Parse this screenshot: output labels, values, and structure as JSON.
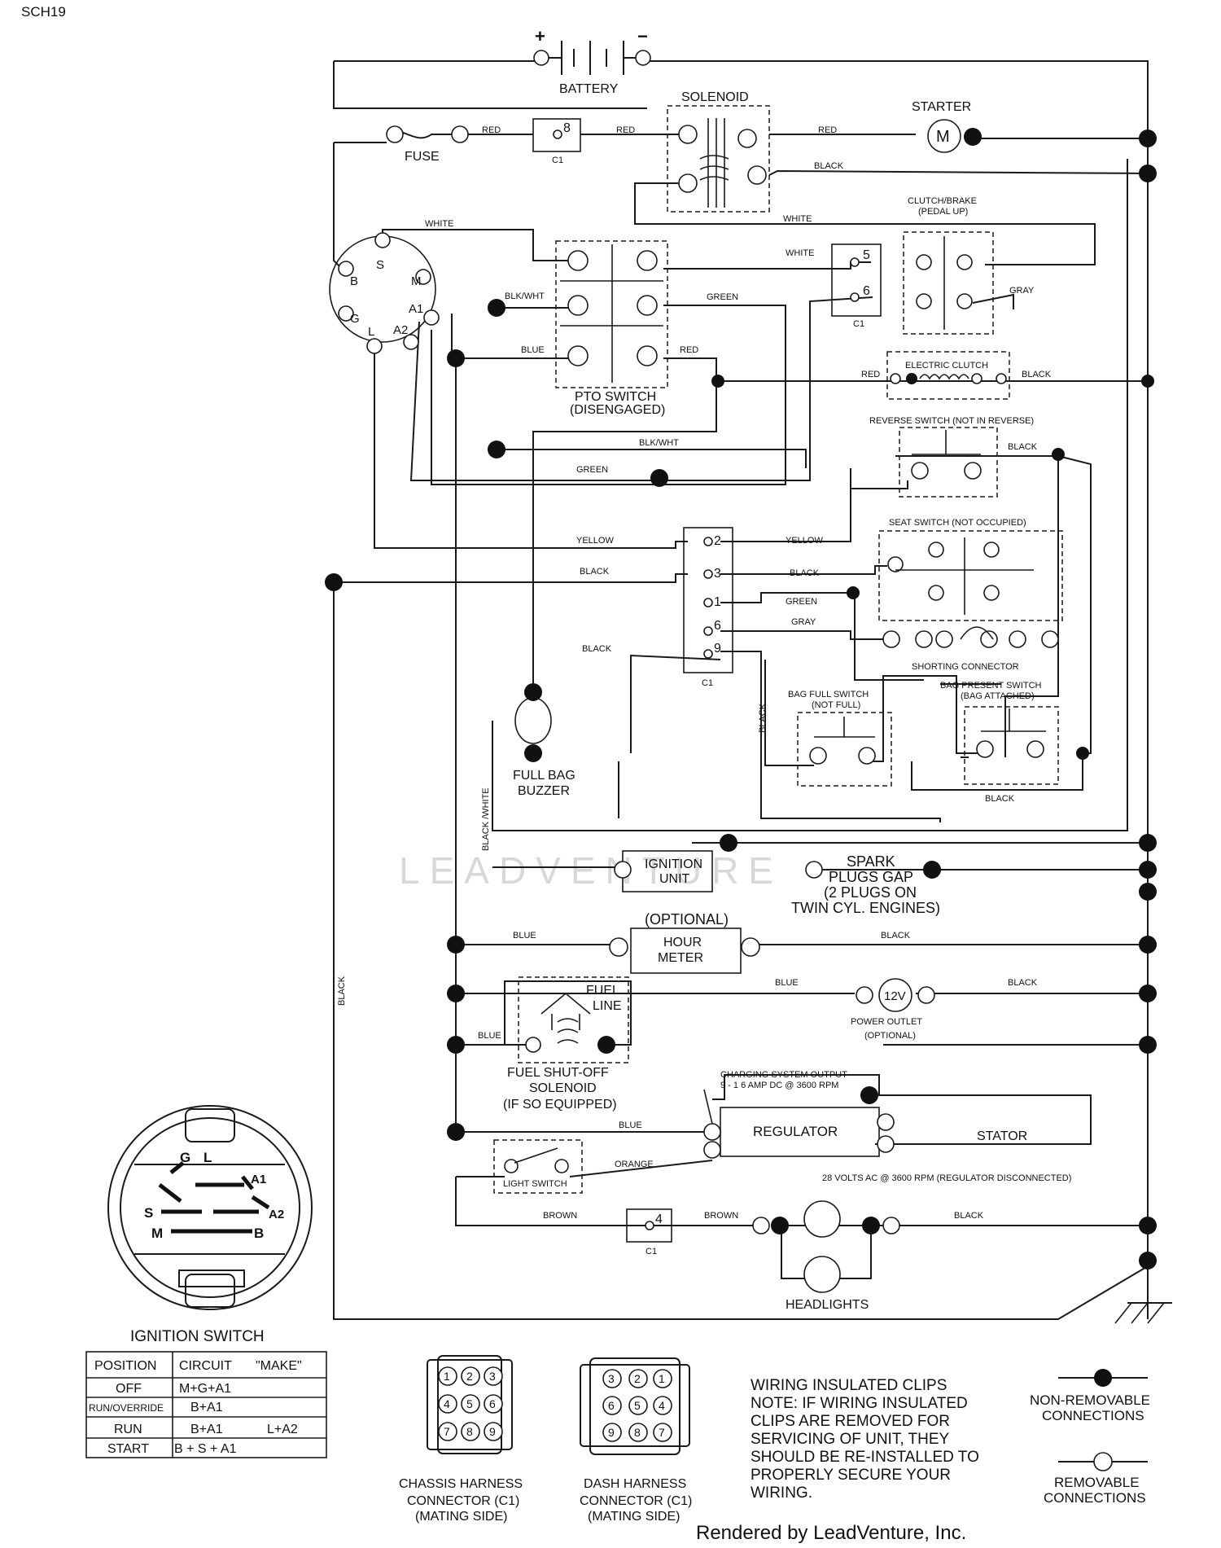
{
  "page_code": "SCH19",
  "battery": {
    "label": "BATTERY",
    "plus": "+",
    "minus": "−"
  },
  "components": {
    "solenoid": "SOLENOID",
    "starter": "STARTER",
    "starter_symbol": "M",
    "fuse": "FUSE",
    "clutch_brake": [
      "CLUTCH/BRAKE",
      "(PEDAL UP)"
    ],
    "pto_switch": [
      "PTO SWITCH",
      "(DISENGAGED)"
    ],
    "electric_clutch": "ELECTRIC CLUTCH",
    "reverse_switch": "REVERSE SWITCH (NOT IN REVERSE)",
    "seat_switch": "SEAT SWITCH (NOT OCCUPIED)",
    "shorting_connector": "SHORTING CONNECTOR",
    "bag_full_switch": [
      "BAG FULL SWITCH",
      "(NOT FULL)"
    ],
    "bag_present_switch": [
      "BAG PRESENT SWITCH",
      "(BAG ATTACHED)"
    ],
    "full_bag_buzzer": [
      "FULL BAG",
      "BUZZER"
    ],
    "ignition_unit": [
      "IGNITION",
      "UNIT"
    ],
    "spark_plugs": [
      "SPARK",
      "PLUGS GAP",
      "(2 PLUGS ON",
      "TWIN CYL. ENGINES)"
    ],
    "hour_meter": [
      "(OPTIONAL)",
      "HOUR",
      "METER"
    ],
    "fuel_line": [
      "FUEL",
      "LINE"
    ],
    "power_outlet": [
      "POWER OUTLET",
      "(OPTIONAL)"
    ],
    "power_outlet_symbol": "12V",
    "fuel_solenoid": [
      "FUEL SHUT-OFF",
      "SOLENOID",
      "(IF SO EQUIPPED)"
    ],
    "charging_output": [
      "CHARGING SYSTEM OUTPUT",
      "9 - 1 6 AMP DC @ 3600 RPM"
    ],
    "regulator": "REGULATOR",
    "stator": "STATOR",
    "stator_note": "28 VOLTS AC @ 3600 RPM (REGULATOR DISCONNECTED)",
    "light_switch": "LIGHT SWITCH",
    "headlights": "HEADLIGHTS",
    "c1": "C1",
    "ignition_switch_title": "IGNITION SWITCH"
  },
  "wire_labels": {
    "red": "RED",
    "black": "BLACK",
    "white": "WHITE",
    "green": "GREEN",
    "gray": "GRAY",
    "blue": "BLUE",
    "yellow": "YELLOW",
    "blkwht": "BLK/WHT",
    "blkwht_alt": "BLK/WHT",
    "black_white": "BLACK /WHITE",
    "orange": "ORANGE",
    "brown": "BROWN"
  },
  "pins": {
    "ign": [
      "S",
      "M",
      "B",
      "A1",
      "G",
      "L",
      "A2"
    ],
    "c1": [
      "8",
      "5",
      "6",
      "2",
      "3",
      "1",
      "6",
      "9",
      "4"
    ]
  },
  "ign_face": [
    "G",
    "L",
    "A1",
    "S",
    "A2",
    "M",
    "B"
  ],
  "ignition_table": {
    "headers": [
      "POSITION",
      "CIRCUIT",
      "\"MAKE\""
    ],
    "rows": [
      [
        "OFF",
        "M+G+A1",
        ""
      ],
      [
        "RUN/OVERRIDE",
        "B+A1",
        ""
      ],
      [
        "RUN",
        "B+A1",
        "L+A2"
      ],
      [
        "START",
        "B + S + A1",
        ""
      ]
    ]
  },
  "connectors": {
    "chassis": [
      "CHASSIS HARNESS",
      "CONNECTOR (C1)",
      "(MATING SIDE)"
    ],
    "chassis_pins": [
      "1",
      "2",
      "3",
      "4",
      "5",
      "6",
      "7",
      "8",
      "9"
    ],
    "dash": [
      "DASH HARNESS",
      "CONNECTOR (C1)",
      "(MATING SIDE)"
    ],
    "dash_pins": [
      "3",
      "2",
      "1",
      "6",
      "5",
      "4",
      "9",
      "8",
      "7"
    ]
  },
  "notes": {
    "clips": [
      "WIRING INSULATED CLIPS",
      "NOTE: IF WIRING INSULATED",
      "CLIPS ARE REMOVED FOR",
      "SERVICING OF UNIT, THEY",
      "SHOULD BE RE-INSTALLED TO",
      "PROPERLY SECURE YOUR",
      "WIRING."
    ],
    "non_removable": [
      "NON-REMOVABLE",
      "CONNECTIONS"
    ],
    "removable": [
      "REMOVABLE",
      "CONNECTIONS"
    ]
  },
  "watermark": "LEADVENTURE",
  "footer": "Rendered by LeadVenture, Inc."
}
